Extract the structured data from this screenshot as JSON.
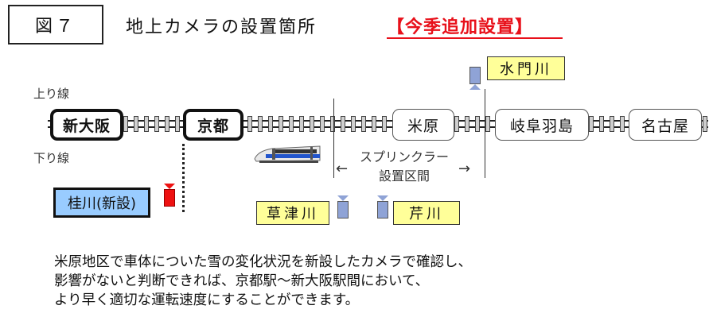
{
  "header": {
    "figure_label": "図７",
    "title": "地上カメラの設置箇所",
    "tag": "【今季追加設置】"
  },
  "lines": {
    "up_label": "上り線",
    "down_label": "下り線"
  },
  "stations": [
    {
      "name": "新大阪",
      "major": true
    },
    {
      "name": "京都",
      "major": true
    },
    {
      "name": "米原",
      "major": false
    },
    {
      "name": "岐阜羽島",
      "major": false
    },
    {
      "name": "名古屋",
      "major": false
    }
  ],
  "sprinkler_section": {
    "line1": "スプリンクラー",
    "line2": "設置区間",
    "arrow_left": "←",
    "arrow_right": "→"
  },
  "cameras": [
    {
      "river": "水門川",
      "status": "existing"
    },
    {
      "river": "草津川",
      "status": "existing"
    },
    {
      "river": "芹川",
      "status": "existing"
    },
    {
      "river": "桂川(新設)",
      "status": "new"
    }
  ],
  "colors": {
    "tag_red": "#e8101a",
    "river_yellow": "#ffff99",
    "new_blue": "#99ccff",
    "camera_blue": "#8fa3d6",
    "camera_red": "#ee1111"
  },
  "description": {
    "line1": "米原地区で車体についた雪の変化状況を新設したカメラで確認し、",
    "line2": "影響がないと判断できれば、京都駅～新大阪駅間において、",
    "line3": "より早く適切な運転速度にすることができます。"
  }
}
